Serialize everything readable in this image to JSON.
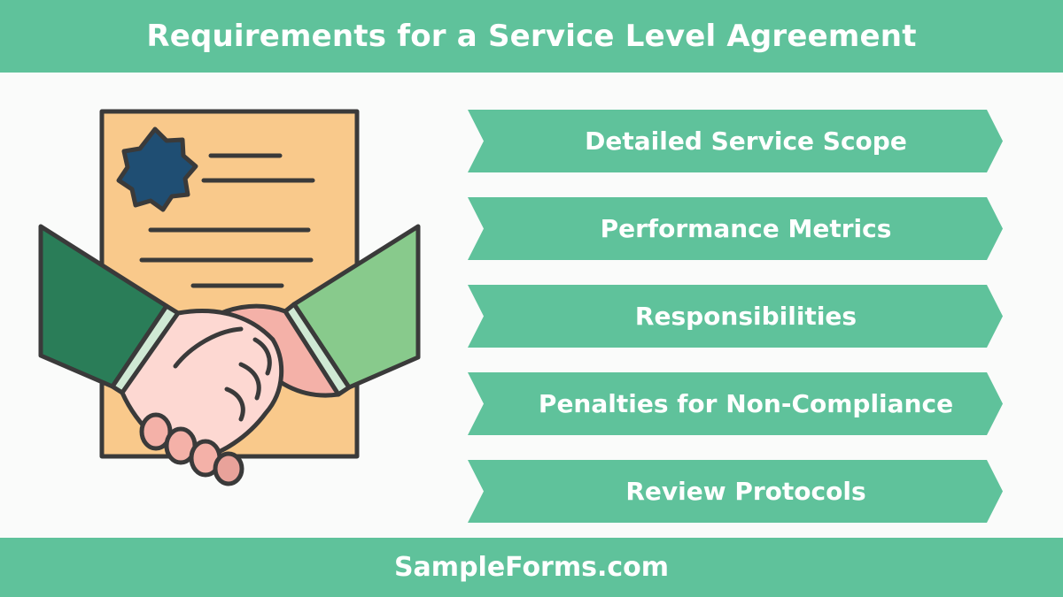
{
  "header": {
    "title": "Requirements for a Service Level Agreement"
  },
  "illustration": {
    "icon": "handshake-contract-icon"
  },
  "requirements": [
    {
      "label": "Detailed Service Scope"
    },
    {
      "label": "Performance Metrics"
    },
    {
      "label": "Responsibilities"
    },
    {
      "label": "Penalties for Non-Compliance"
    },
    {
      "label": "Review Protocols"
    }
  ],
  "footer": {
    "brand": "SampleForms.com"
  },
  "colors": {
    "accent": "#5fc29b",
    "document": "#f9c98b",
    "seal": "#1f4e73",
    "sleeve_left": "#2a7d58",
    "sleeve_right": "#88ca8c",
    "skin_light": "#fdd8d2",
    "skin_dark": "#f4b1a8",
    "outline": "#3a3a3a"
  }
}
